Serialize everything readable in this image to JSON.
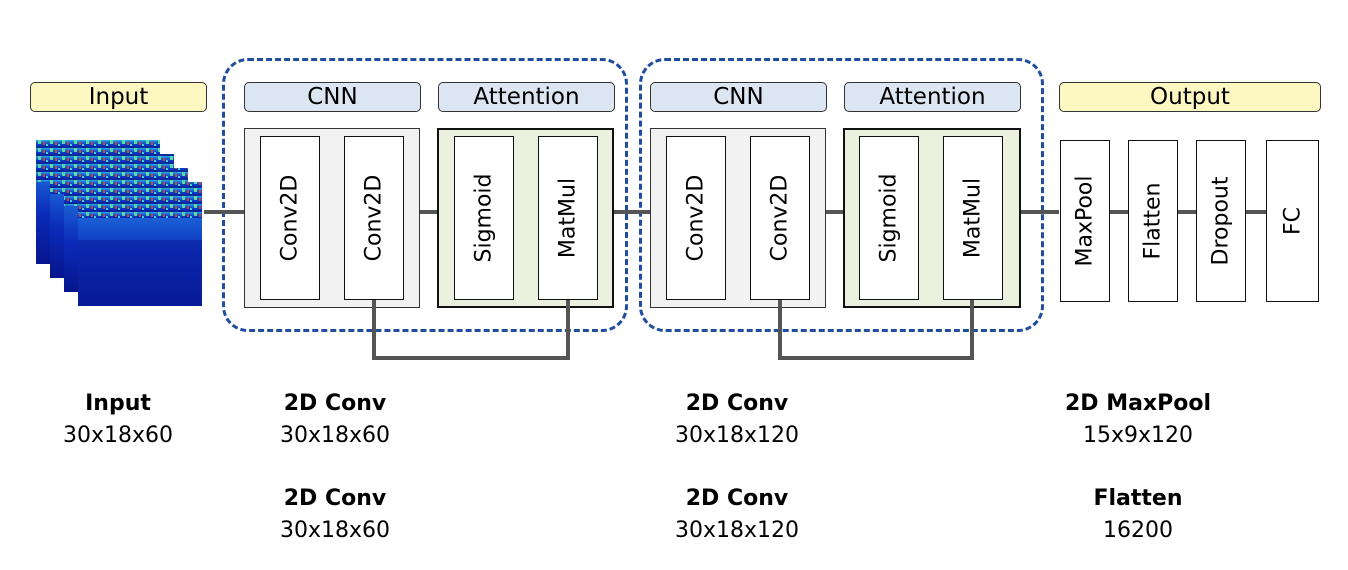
{
  "headers": {
    "input": "Input",
    "cnn1": "CNN",
    "attention1": "Attention",
    "cnn2": "CNN",
    "attention2": "Attention",
    "output": "Output"
  },
  "block1": {
    "cnn_layers": [
      "Conv2D",
      "Conv2D"
    ],
    "attention_layers": [
      "Sigmoid",
      "MatMul"
    ]
  },
  "block2": {
    "cnn_layers": [
      "Conv2D",
      "Conv2D"
    ],
    "attention_layers": [
      "Sigmoid",
      "MatMul"
    ]
  },
  "output_layers": [
    "MaxPool",
    "Flatten",
    "Dropout",
    "FC"
  ],
  "captions": {
    "input": {
      "name": "Input",
      "dim": "30x18x60"
    },
    "block1": [
      {
        "name": "2D Conv",
        "dim": "30x18x60"
      },
      {
        "name": "2D Conv",
        "dim": "30x18x60"
      }
    ],
    "block2": [
      {
        "name": "2D Conv",
        "dim": "30x18x120"
      },
      {
        "name": "2D Conv",
        "dim": "30x18x120"
      }
    ],
    "output": [
      {
        "name": "2D MaxPool",
        "dim": "15x9x120"
      },
      {
        "name": "Flatten",
        "dim": "16200"
      }
    ]
  },
  "colors": {
    "input_header": "#fdf8c2",
    "module_header": "#dce6f2",
    "cnn_panel": "#f2f2f2",
    "attention_panel": "#ebf1de",
    "group_border": "#1f4e9f",
    "connector": "#555555"
  }
}
